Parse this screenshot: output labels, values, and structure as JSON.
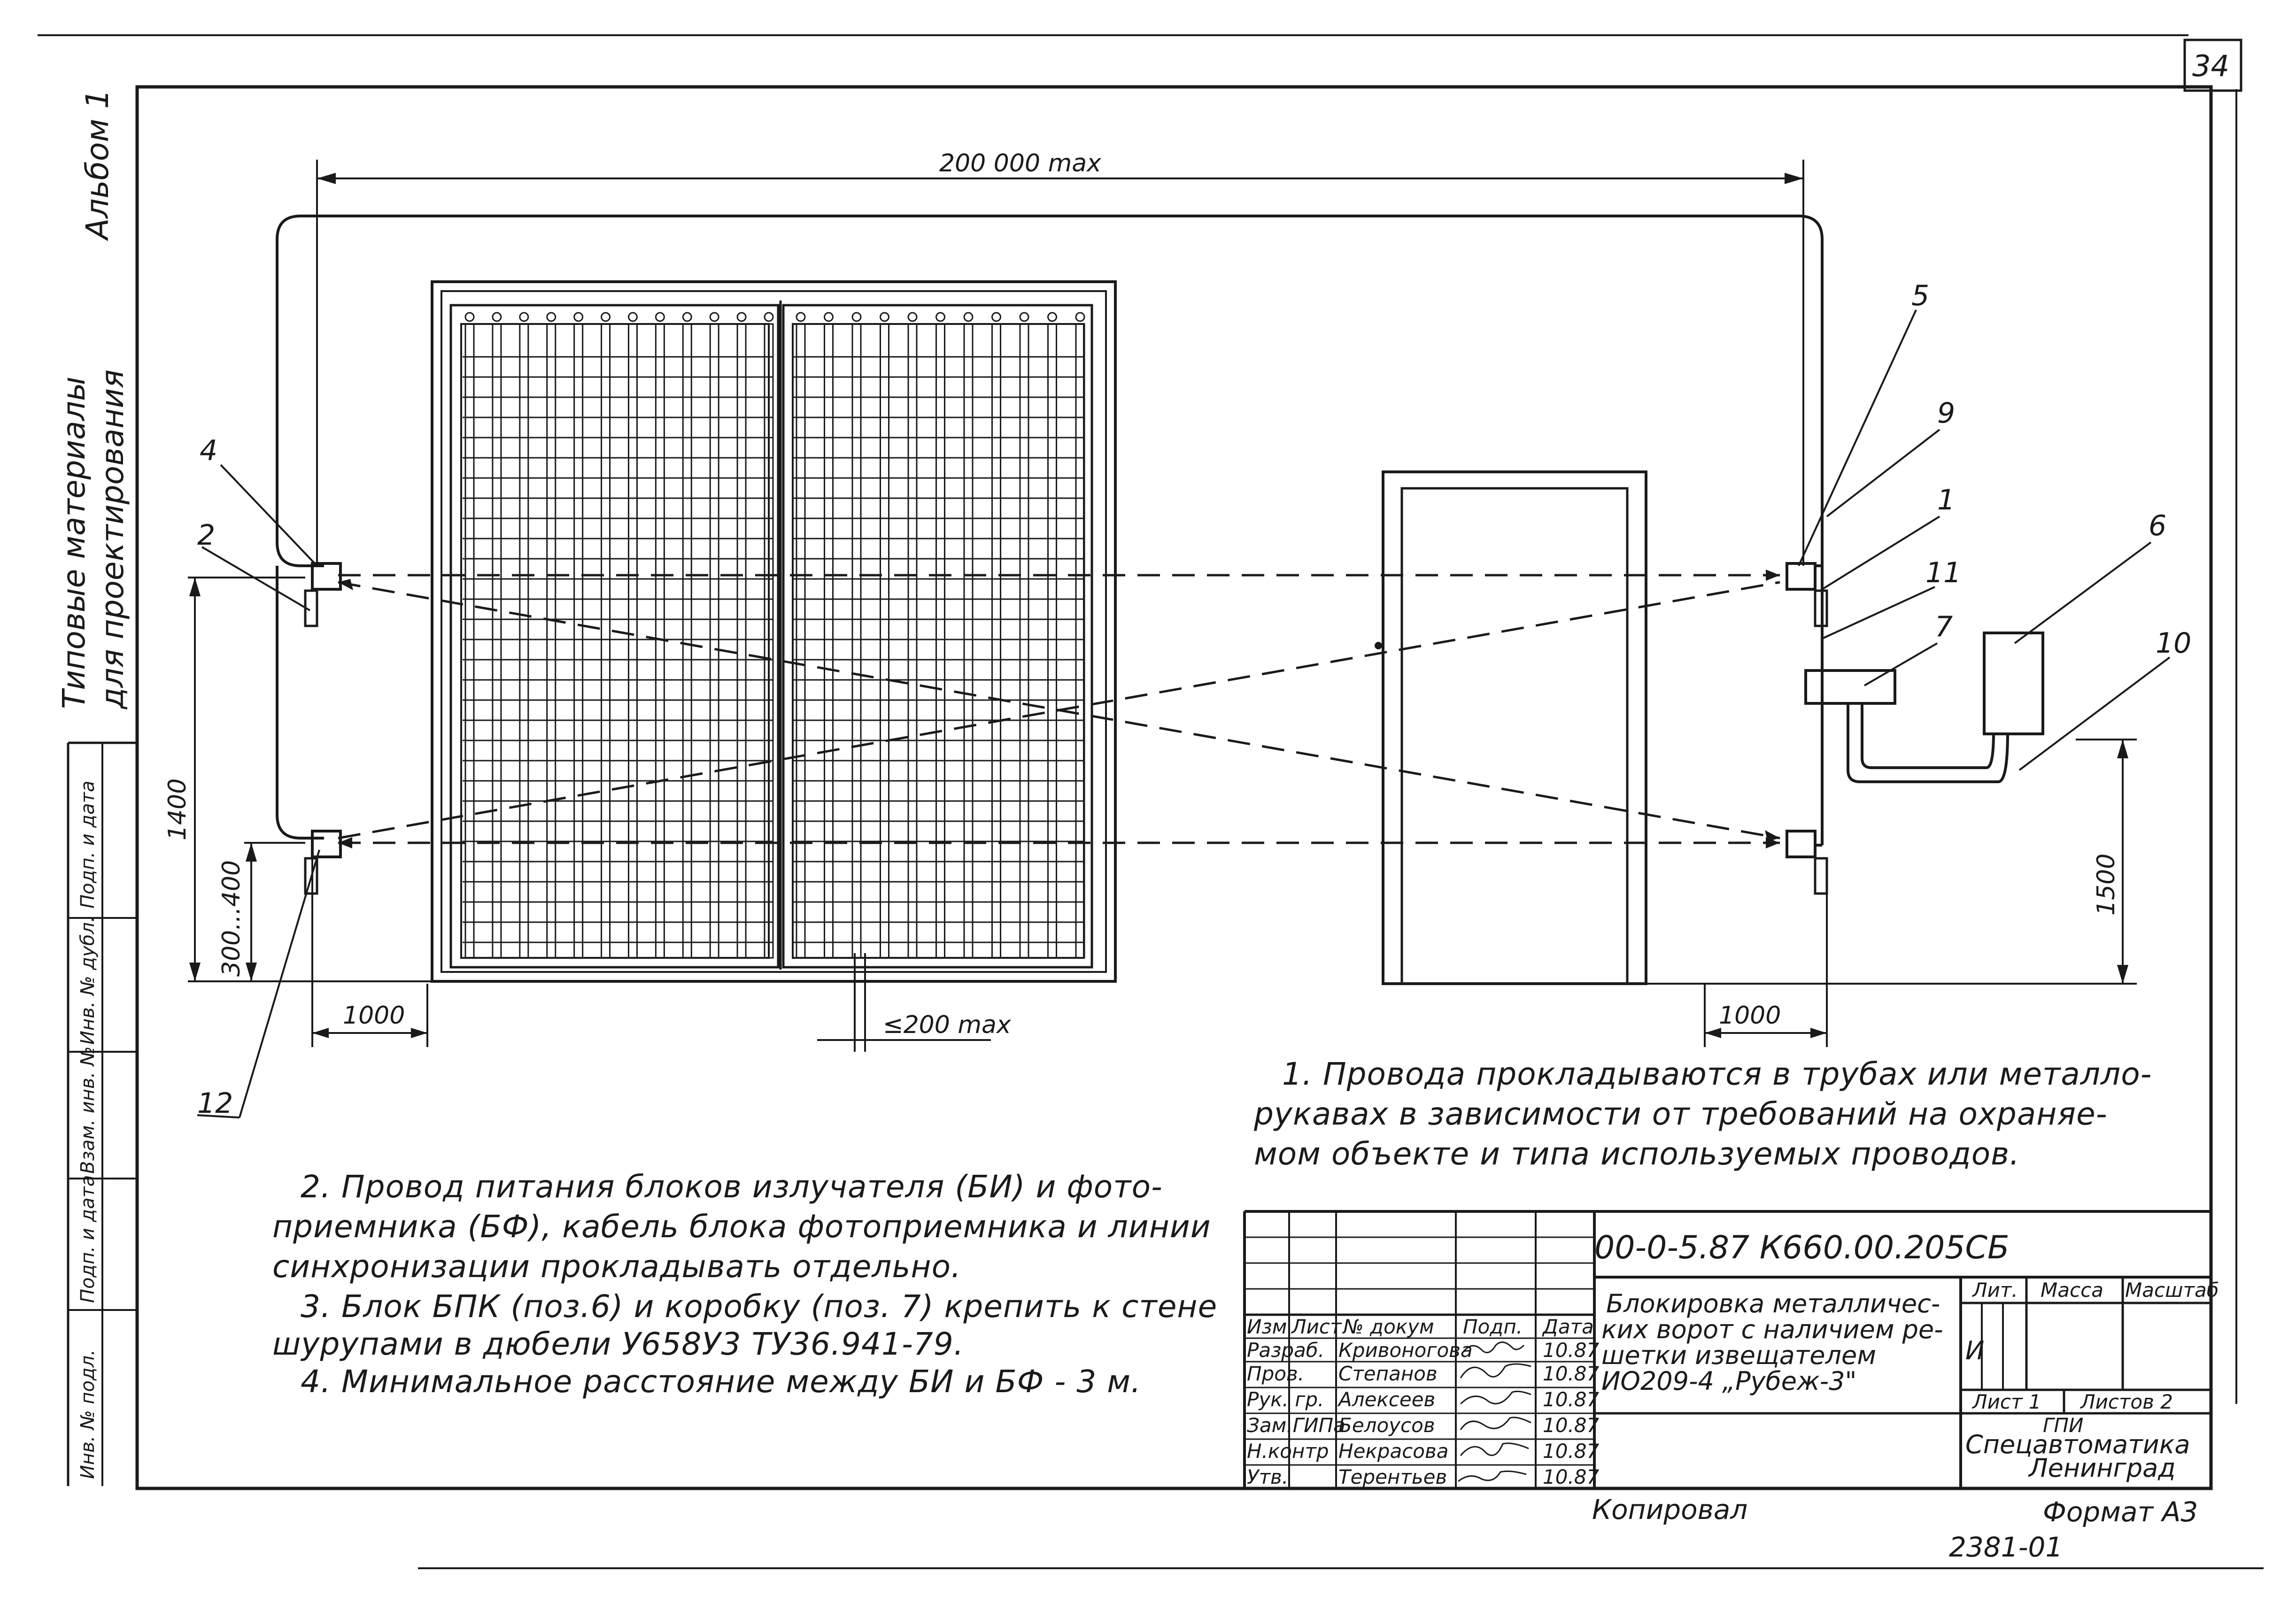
{
  "sheet_number": "34",
  "side_strip": {
    "album": "Альбом 1",
    "series_line1": "Типовые материалы",
    "series_line2": "для проектирования",
    "fields": [
      "Инв. № подл.",
      "Подп. и дата",
      "Взам. инв. №",
      "Инв. № дубл.",
      "Подп. и дата"
    ]
  },
  "dimensions": {
    "span": "200 000 max",
    "height_1400": "1400",
    "height_300_400": "300...400",
    "height_1500": "1500",
    "offset_left": "1000",
    "offset_right": "1000",
    "gap": "≤200 max"
  },
  "callouts": [
    "1",
    "2",
    "4",
    "5",
    "6",
    "7",
    "9",
    "10",
    "11",
    "12"
  ],
  "notes": {
    "n1_l1": "1. Провода прокладываются в трубах или металло-",
    "n1_l2": "рукавах в зависимости от требований на охраняе-",
    "n1_l3": "мом объекте и типа используемых проводов.",
    "n2_l1": "2. Провод питания блоков излучателя (БИ) и фото-",
    "n2_l2": "приемника (БФ), кабель блока фотоприемника и линии",
    "n2_l3": "синхронизации прокладывать отдельно.",
    "n3_l1": "3. Блок БПК (поз.6) и коробку (поз. 7) крепить к стене",
    "n3_l2": "шурупами в дюбели У658У3 ТУ36.941-79.",
    "n4": "4. Минимальное расстояние между БИ и БФ - 3 м."
  },
  "title_block": {
    "doc_code": "00-0-5.87 К660.00.205СБ",
    "title_l1": "Блокировка металличес-",
    "title_l2": "ких ворот с наличием ре-",
    "title_l3": "шетки извещателем",
    "title_l4": "ИО209-4 „Рубеж-3\"",
    "col_headers": [
      "Изм",
      "Лист",
      "№ докум",
      "Подп.",
      "Дата"
    ],
    "rows": [
      {
        "role": "Разраб.",
        "name": "Кривоногова",
        "date": "10.87"
      },
      {
        "role": "Пров.",
        "name": "Степанов",
        "date": "10.87"
      },
      {
        "role": "Рук. гр.",
        "name": "Алексеев",
        "date": "10.87"
      },
      {
        "role": "Зам.ГИПа",
        "name": "Белоусов",
        "date": "10.87"
      },
      {
        "role": "Н.контр",
        "name": "Некрасова",
        "date": "10.87"
      },
      {
        "role": "Утв.",
        "name": "Терентьев",
        "date": "10.87"
      }
    ],
    "lit_label": "Лит.",
    "mass_label": "Масса",
    "scale_label": "Масштаб",
    "lit_value": "И",
    "sheet_label": "Лист 1",
    "sheets_label": "Листов 2",
    "org_l1": "ГПИ",
    "org_l2": "Спецавтоматика",
    "org_l3": "Ленинград"
  },
  "footer": {
    "copied": "Копировал",
    "format": "Формат А3",
    "ref": "2381-01"
  }
}
